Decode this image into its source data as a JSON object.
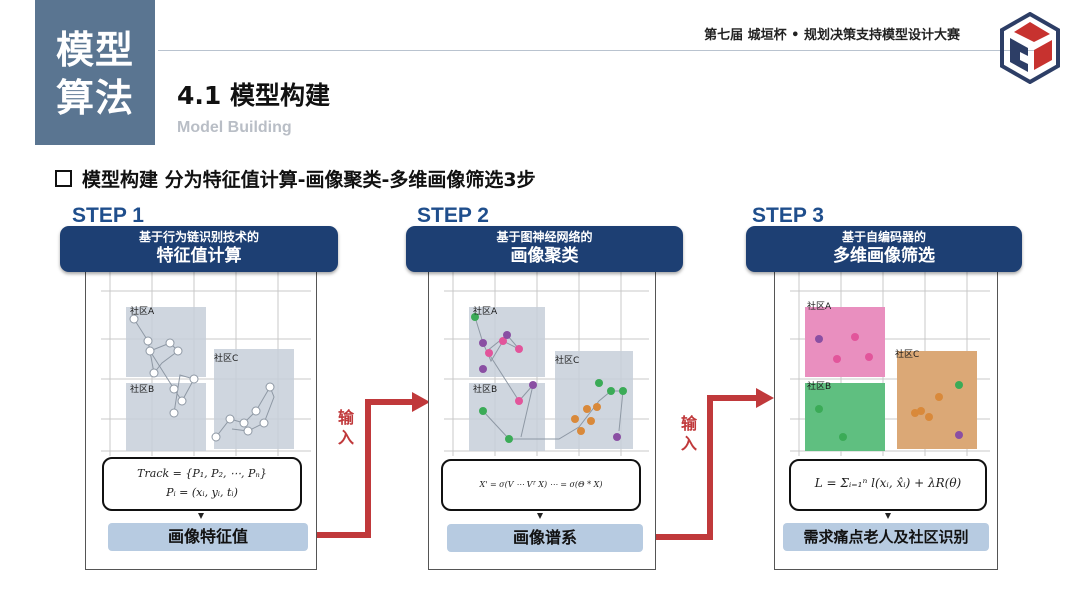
{
  "header": {
    "block_line1": "模型",
    "block_line2": "算法",
    "contest": "第七届 城垣杯 • 规划决策支持模型设计大赛",
    "section_title": "4.1 模型构建",
    "section_subtitle": "Model Building"
  },
  "bullet": {
    "text": "模型构建 分为特征值计算-画像聚类-多维画像筛选3步"
  },
  "steps": [
    {
      "label": "STEP 1",
      "pill_line1": "基于行为链识别技术的",
      "pill_line2": "特征值计算",
      "community_labels": [
        "社区A",
        "社区C",
        "社区B"
      ],
      "formula_line1": "Track = {P₁, P₂, ⋯, Pₙ}",
      "formula_line2": "Pᵢ = (xᵢ, yᵢ, tᵢ)",
      "result": "画像特征值"
    },
    {
      "label": "STEP 2",
      "pill_line1": "基于图神经网络的",
      "pill_line2": "画像聚类",
      "community_labels": [
        "社区A",
        "社区C",
        "社区B"
      ],
      "formula_line1": "X' = σ(V ⋯ Vᵀ X) ⋯ = σ(Θ * X)",
      "result": "画像谱系"
    },
    {
      "label": "STEP 3",
      "pill_line1": "基于自编码器的",
      "pill_line2": "多维画像筛选",
      "community_labels": [
        "社区A",
        "社区C",
        "社区B"
      ],
      "formula_line1": "L = Σᵢ₌₁ⁿ l(xᵢ, x̂ᵢ) + λR(θ)",
      "result": "需求痛点老人及社区识别"
    }
  ],
  "arrows": [
    {
      "text": "输入"
    },
    {
      "text": "输入"
    }
  ],
  "colors": {
    "block": "#5a7591",
    "pill": "#1d3f73",
    "step_label": "#1f4e8c",
    "result": "#b7cbe1",
    "arrow": "#c0393b",
    "green": "#3bab57",
    "purple": "#8a4fa3",
    "pink": "#e2559b",
    "orange": "#d9893a"
  }
}
